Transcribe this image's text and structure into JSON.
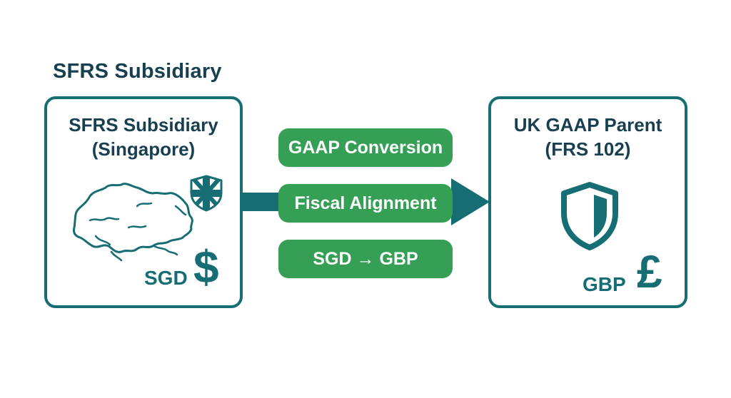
{
  "title": "SFRS Subsidiary",
  "colors": {
    "teal": "#176d74",
    "navy": "#173f50",
    "green": "#35a055",
    "white": "#ffffff"
  },
  "source": {
    "title_line1": "SFRS Subsidiary",
    "title_line2": "(Singapore)",
    "currency_code": "SGD",
    "currency_symbol": "$",
    "icons": [
      "singapore-map-icon",
      "union-jack-shield-icon"
    ]
  },
  "target": {
    "title_line1": "UK GAAP Parent",
    "title_line2": "(FRS 102)",
    "currency_code": "GBP",
    "currency_symbol": "£",
    "icons": [
      "shield-icon"
    ]
  },
  "steps": [
    {
      "label": "GAAP Conversion"
    },
    {
      "label": "Fiscal Alignment"
    },
    {
      "label": "SGD → GBP"
    }
  ]
}
